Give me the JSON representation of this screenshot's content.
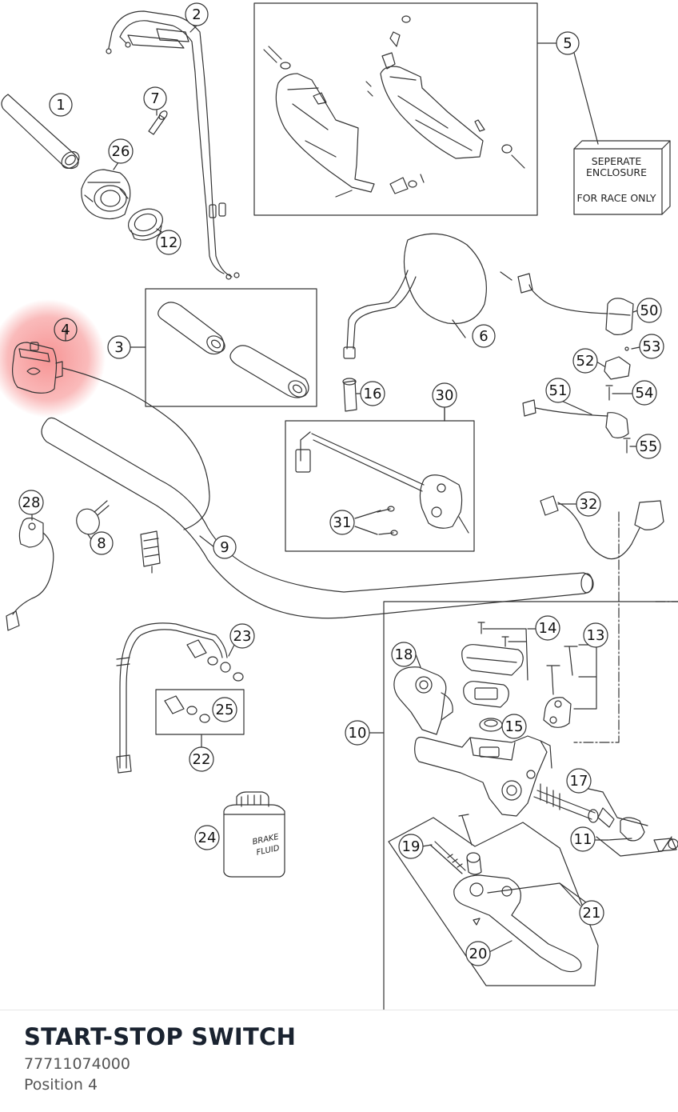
{
  "part": {
    "title": "START-STOP SWITCH",
    "number": "77711074000",
    "position_text": "Position 4"
  },
  "diagram": {
    "highlight_color": "#f03c3c",
    "callouts": [
      "1",
      "2",
      "3",
      "4",
      "5",
      "6",
      "7",
      "8",
      "9",
      "10",
      "11",
      "12",
      "13",
      "14",
      "15",
      "16",
      "17",
      "18",
      "19",
      "20",
      "21",
      "22",
      "23",
      "24",
      "25",
      "26",
      "28",
      "30",
      "31",
      "32",
      "50",
      "51",
      "52",
      "53",
      "54",
      "55"
    ],
    "enclosure_box": {
      "line1": "SEPERATE",
      "line2": "ENCLOSURE",
      "line3": "FOR RACE ONLY"
    },
    "fluid_label": {
      "line1": "BRAKE",
      "line2": "FLUID"
    }
  }
}
